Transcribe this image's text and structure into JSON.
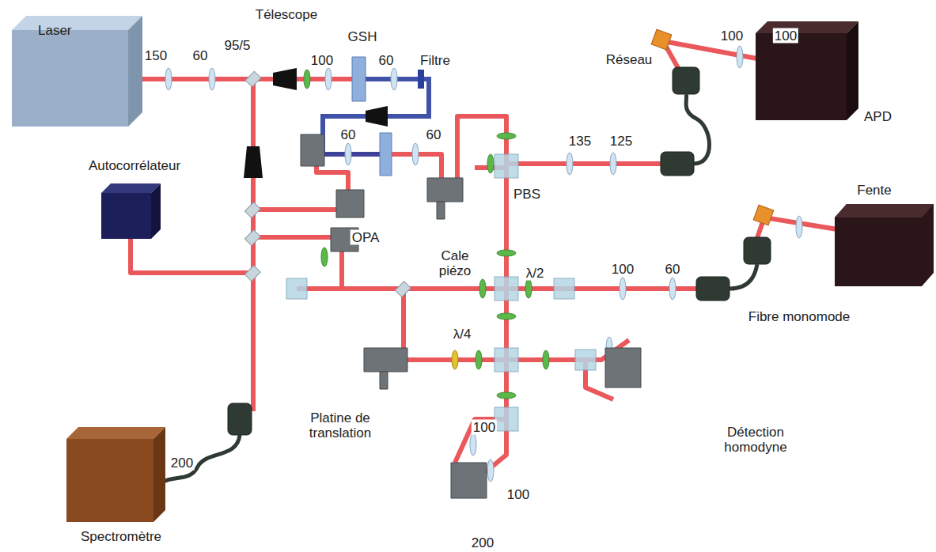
{
  "diagram": {
    "nodes": [
      {
        "text": [
          "Laser"
        ]
      },
      {
        "text": [
          "Autocorrélateur"
        ]
      },
      {
        "text": [
          "Spectromètre"
        ]
      },
      {
        "text": [
          "APD"
        ]
      }
    ],
    "labels": [
      "150",
      "60",
      "95/5",
      "Télescope",
      "100",
      "GSH",
      "60",
      "Filtre",
      "60",
      "60",
      "OPA",
      "Cale piézo",
      "PBS",
      "135",
      "125",
      "Réseau",
      "100",
      "100",
      "Fente",
      "λ/2",
      "100",
      "60",
      "Fibre monomode",
      "λ/4",
      "Platine de translation",
      "Détection homodyne",
      "100",
      "200",
      "100",
      "200"
    ]
  }
}
